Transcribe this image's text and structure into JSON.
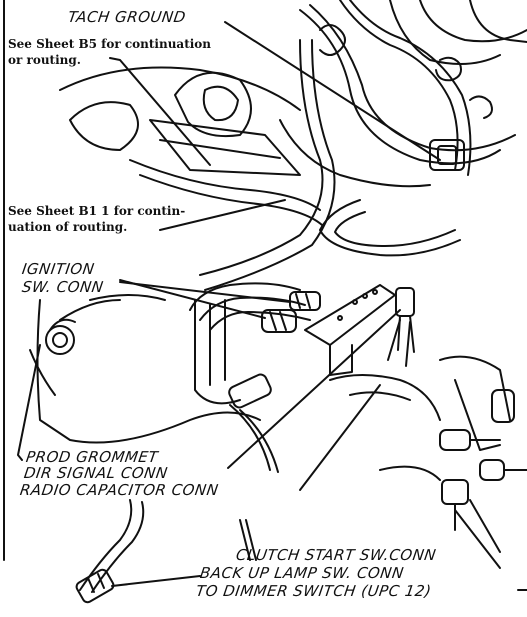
{
  "labels": {
    "tach_ground": "TACH GROUND",
    "sheet_b5_line1": "See Sheet B5 for continuation",
    "sheet_b5_line2": "or routing.",
    "sheet_b11_line1": "See Sheet B1 1 for contin-",
    "sheet_b11_line2": "uation of routing.",
    "ignition_line1": "IGNITION",
    "ignition_line2": "SW. CONN",
    "prod_grommet": "PROD GROMMET",
    "dir_signal": "DIR SIGNAL CONN",
    "radio_capacitor": "RADIO CAPACITOR CONN",
    "clutch_start": "CLUTCH START SW.CONN",
    "back_up_lamp": "BACK UP LAMP SW. CONN",
    "to_dimmer": "TO DIMMER SWITCH (UPC 12)"
  },
  "colors": {
    "ink": "#111111",
    "paper": "#ffffff"
  }
}
